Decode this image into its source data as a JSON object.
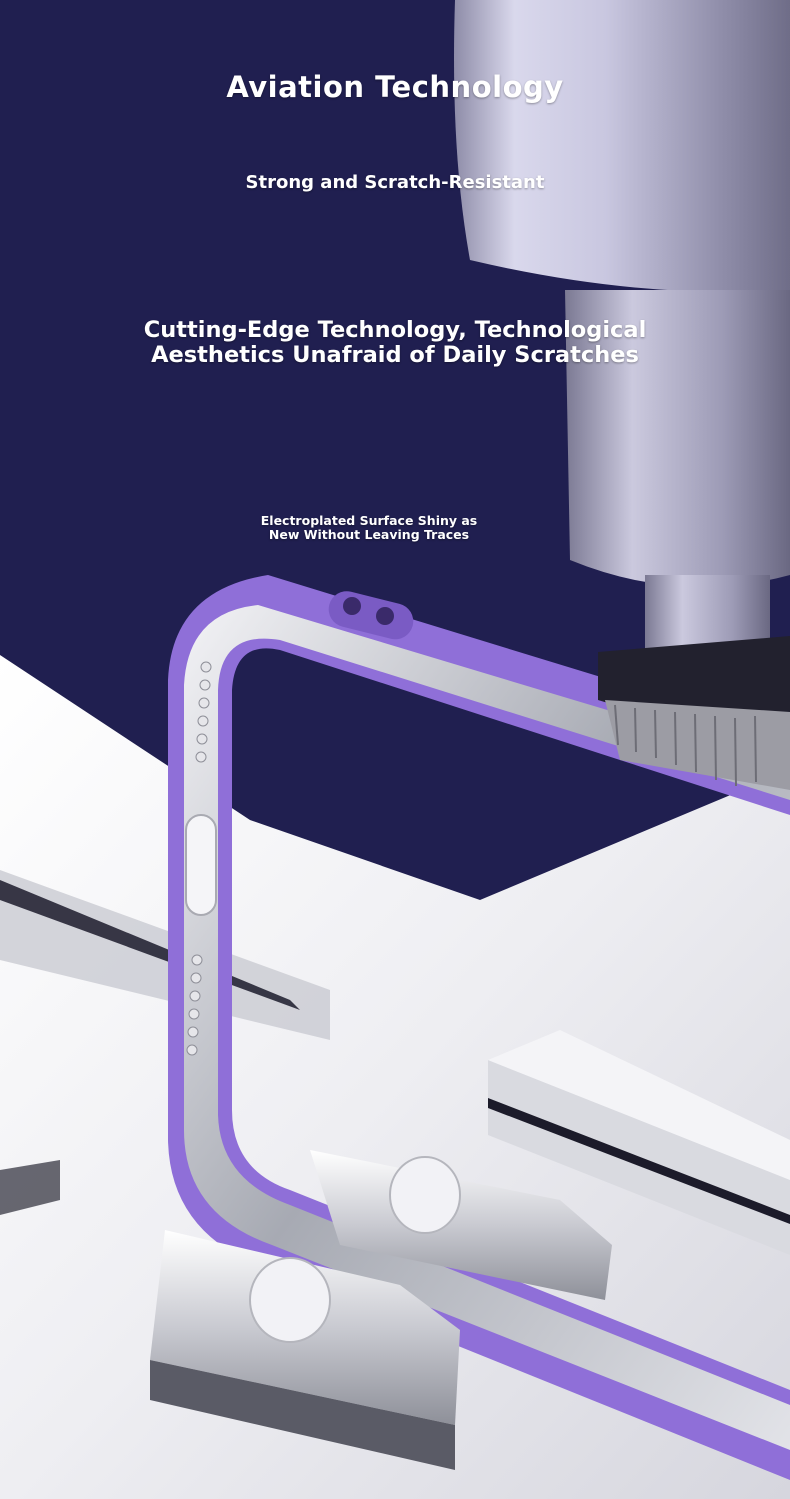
{
  "hero": {
    "title": "Aviation Technology",
    "subtitle": "Strong and Scratch-Resistant",
    "headline_line1": "Cutting-Edge Technology, Technological",
    "headline_line2": "Aesthetics Unafraid of Daily Scratches",
    "caption_line1": "Electroplated Surface Shiny as",
    "caption_line2": "New Without Leaving Traces"
  },
  "colors": {
    "background_navy": "#1e1d4a",
    "frame_purple": "#8f6fd8",
    "frame_silver": "#b9bcc4",
    "tool_lavender": "#c4c2dc"
  },
  "icons": {
    "tool": "polishing-tool-icon",
    "frame": "phone-case-frame-icon"
  }
}
